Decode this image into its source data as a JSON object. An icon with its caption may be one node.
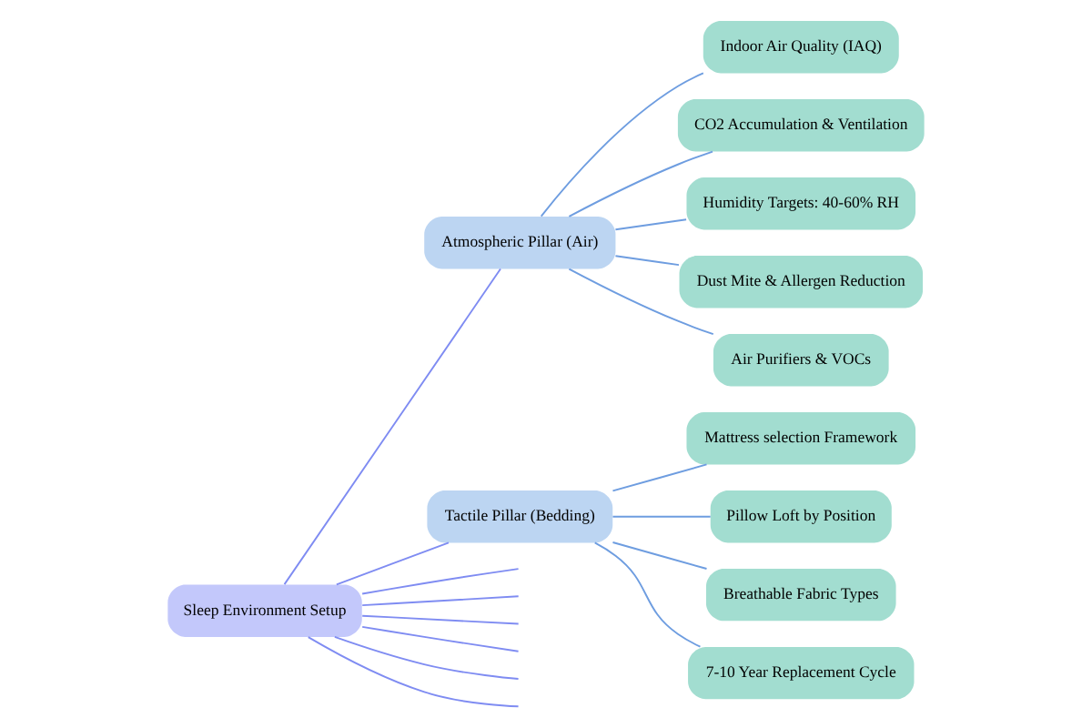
{
  "diagram": {
    "nodes": [
      {
        "text": [
          "Sleep Environment Setup"
        ]
      },
      {
        "text": [
          "Atmospheric Pillar (Air)"
        ]
      },
      {
        "text": [
          "Indoor Air Quality (IAQ)"
        ]
      },
      {
        "text": [
          "CO2 Accumulation & Ventilation"
        ]
      },
      {
        "text": [
          "Humidity Targets: 40-60% RH"
        ]
      },
      {
        "text": [
          "Dust Mite & Allergen Reduction"
        ]
      },
      {
        "text": [
          "Air Purifiers & VOCs"
        ]
      },
      {
        "text": [
          "Tactile Pillar (Bedding)"
        ]
      },
      {
        "text": [
          "Mattress selection Framework"
        ]
      },
      {
        "text": [
          "Pillow Loft by Position"
        ]
      },
      {
        "text": [
          "Breathable Fabric Types"
        ]
      },
      {
        "text": [
          "7-10 Year Replacement Cycle"
        ]
      }
    ],
    "edges": [
      {
        "from": 0,
        "to": null,
        "arrow": "none",
        "color": "#7f8cf2"
      },
      {
        "from": 0,
        "to": null,
        "arrow": "none",
        "color": "#7f8cf2"
      },
      {
        "from": 0,
        "to": null,
        "arrow": "none",
        "color": "#7f8cf2"
      },
      {
        "from": 0,
        "to": 1,
        "arrow": "none",
        "color": "#7f8cf2"
      },
      {
        "from": 1,
        "to": 2,
        "arrow": "none"
      },
      {
        "from": 1,
        "to": 3,
        "arrow": "none"
      },
      {
        "from": 1,
        "to": 4,
        "arrow": "none"
      },
      {
        "from": 1,
        "to": 5,
        "arrow": "none"
      },
      {
        "from": 1,
        "to": 6,
        "arrow": "none"
      },
      {
        "from": 0,
        "to": 7,
        "arrow": "none",
        "color": "#7f8cf2"
      },
      {
        "from": 7,
        "to": 8,
        "arrow": "none"
      },
      {
        "from": 7,
        "to": 9,
        "arrow": "none"
      },
      {
        "from": 7,
        "to": 10,
        "arrow": "none"
      },
      {
        "from": 7,
        "to": 11,
        "arrow": "none"
      },
      {
        "from": 0,
        "to": null,
        "arrow": "none",
        "color": "#7f8cf2"
      },
      {
        "from": 0,
        "to": null,
        "arrow": "none",
        "color": "#7f8cf2"
      },
      {
        "from": 0,
        "to": null,
        "arrow": "none",
        "color": "#7f8cf2"
      }
    ]
  }
}
